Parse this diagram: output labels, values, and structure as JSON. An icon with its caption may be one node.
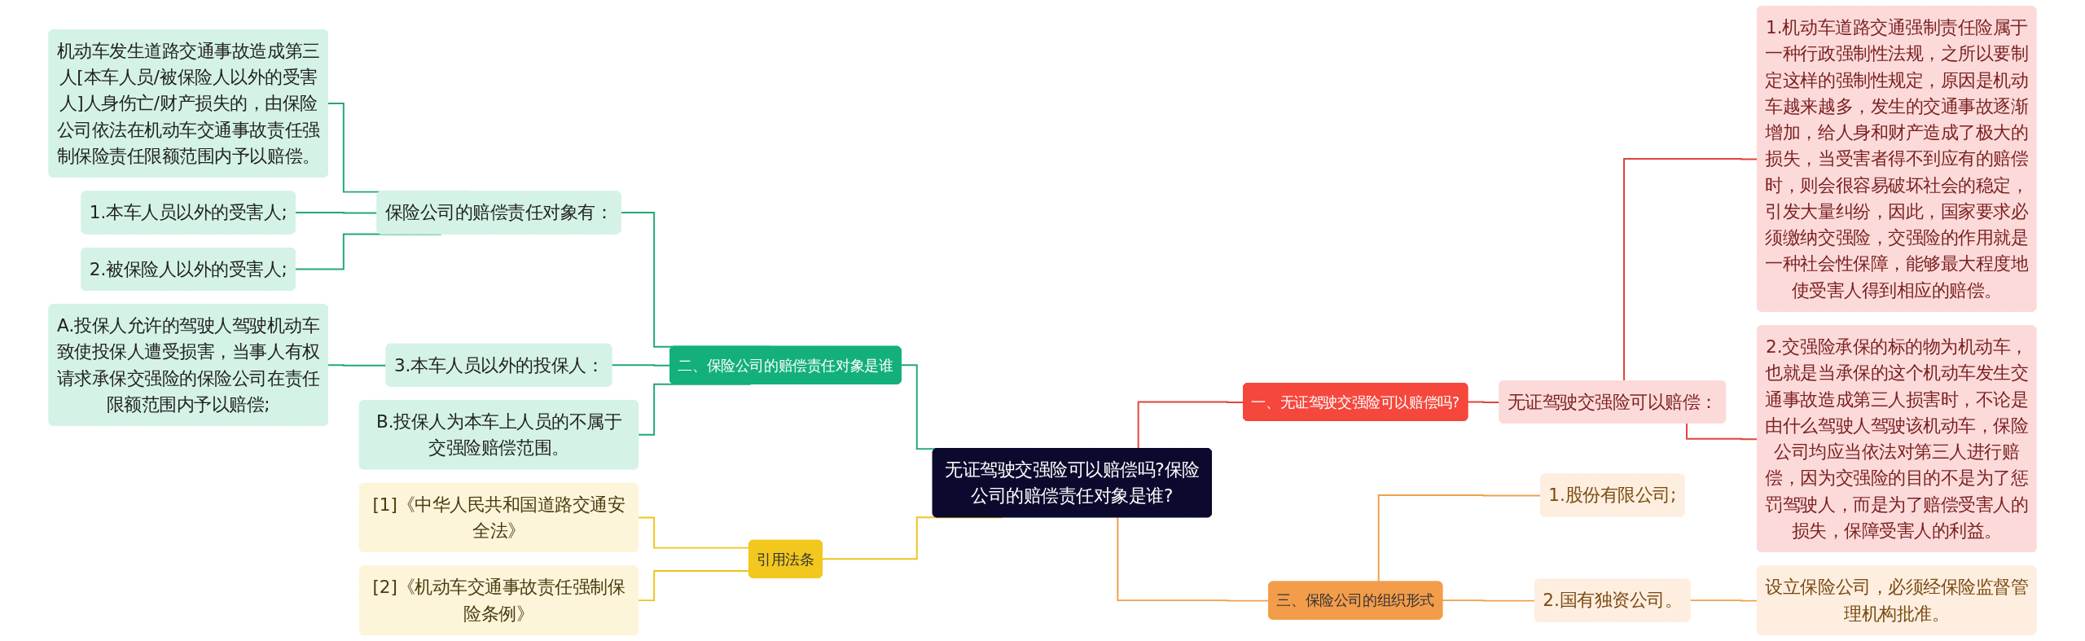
{
  "diagram": {
    "nodes": [
      {
        "text": [
          "无证驾驶交强险可以赔偿吗?保险公司的赔偿责任对象是谁?"
        ]
      },
      {
        "text": [
          "二、保险公司的赔偿责任对象是谁"
        ]
      },
      {
        "text": [
          "保险公司的赔偿责任对象有："
        ]
      },
      {
        "text": [
          "机动车发生道路交通事故造成第三人[本车人员/被保险人以外的受害人]人身伤亡/财产损失的，由保险公司依法在机动车交通事故责任强制保险责任限额范围内予以赔偿。"
        ]
      },
      {
        "text": [
          "1.本车人员以外的受害人;"
        ]
      },
      {
        "text": [
          "2.被保险人以外的受害人;"
        ]
      },
      {
        "text": [
          "3.本车人员以外的投保人："
        ]
      },
      {
        "text": [
          "A.投保人允许的驾驶人驾驶机动车致使投保人遭受损害，当事人有权请求承保交强险的保险公司在责任限额范围内予以赔偿;"
        ]
      },
      {
        "text": [
          "B.投保人为本车上人员的不属于交强险赔偿范围。"
        ]
      },
      {
        "text": [
          "引用法条"
        ]
      },
      {
        "text": [
          "[1]《中华人民共和国道路交通安全法》"
        ]
      },
      {
        "text": [
          "[2]《机动车交通事故责任强制保险条例》"
        ]
      },
      {
        "text": [
          "一、无证驾驶交强险可以赔偿吗?"
        ]
      },
      {
        "text": [
          "无证驾驶交强险可以赔偿："
        ]
      },
      {
        "text": [
          "1.机动车道路交通强制责任险属于一种行政强制性法规，之所以要制定这样的强制性规定，原因是机动车越来越多，发生的交通事故逐渐增加，给人身和财产造成了极大的损失，当受害者得不到应有的赔偿时，则会很容易破坏社会的稳定，引发大量纠纷，因此，国家要求必须缴纳交强险，交强险的作用就是一种社会性保障，能够最大程度地使受害人得到相应的赔偿。"
        ]
      },
      {
        "text": [
          "2.交强险承保的标的物为机动车，也就是当承保的这个机动车发生交通事故造成第三人损害时，不论是由什么驾驶人驾驶该机动车，保险公司均应当依法对第三人进行赔偿，因为交强险的目的不是为了惩罚驾驶人，而是为了赔偿受害人的损失，保障受害人的利益。"
        ]
      },
      {
        "text": [
          "三、保险公司的组织形式"
        ]
      },
      {
        "text": [
          "1.股份有限公司;"
        ]
      },
      {
        "text": [
          "2.国有独资公司。"
        ]
      },
      {
        "text": [
          "设立保险公司，必须经保险监督管理机构批准。"
        ]
      }
    ],
    "edges": [
      {
        "from": 0,
        "to": 1,
        "arrow": "none",
        "color": "#1fa971"
      },
      {
        "from": 1,
        "to": 2,
        "arrow": "none",
        "color": "#1fa971"
      },
      {
        "from": 2,
        "to": 3,
        "arrow": "none",
        "color": "#1fa971"
      },
      {
        "from": 2,
        "to": 4,
        "arrow": "none",
        "color": "#1fa971"
      },
      {
        "from": 2,
        "to": 5,
        "arrow": "none",
        "color": "#1fa971"
      },
      {
        "from": 1,
        "to": 6,
        "arrow": "none",
        "color": "#1fa971"
      },
      {
        "from": 6,
        "to": 7,
        "arrow": "none",
        "color": "#1fa971"
      },
      {
        "from": 1,
        "to": 8,
        "arrow": "none",
        "color": "#1fa971"
      },
      {
        "from": 0,
        "to": 9,
        "arrow": "none",
        "color": "#efc41c"
      },
      {
        "from": 9,
        "to": 10,
        "arrow": "none",
        "color": "#efc41c"
      },
      {
        "from": 9,
        "to": 11,
        "arrow": "none",
        "color": "#efc41c"
      },
      {
        "from": 0,
        "to": 12,
        "arrow": "none",
        "color": "#e0433a"
      },
      {
        "from": 12,
        "to": 13,
        "arrow": "none",
        "color": "#e0433a"
      },
      {
        "from": 13,
        "to": 14,
        "arrow": "none",
        "color": "#e0433a"
      },
      {
        "from": 13,
        "to": 15,
        "arrow": "none",
        "color": "#e0433a"
      },
      {
        "from": 0,
        "to": 16,
        "arrow": "none",
        "color": "#ef9f4f"
      },
      {
        "from": 16,
        "to": 17,
        "arrow": "none",
        "color": "#ef9f4f"
      },
      {
        "from": 16,
        "to": 18,
        "arrow": "none",
        "color": "#ef9f4f"
      },
      {
        "from": 18,
        "to": 19,
        "arrow": "none",
        "color": "#ef9f4f"
      }
    ]
  }
}
